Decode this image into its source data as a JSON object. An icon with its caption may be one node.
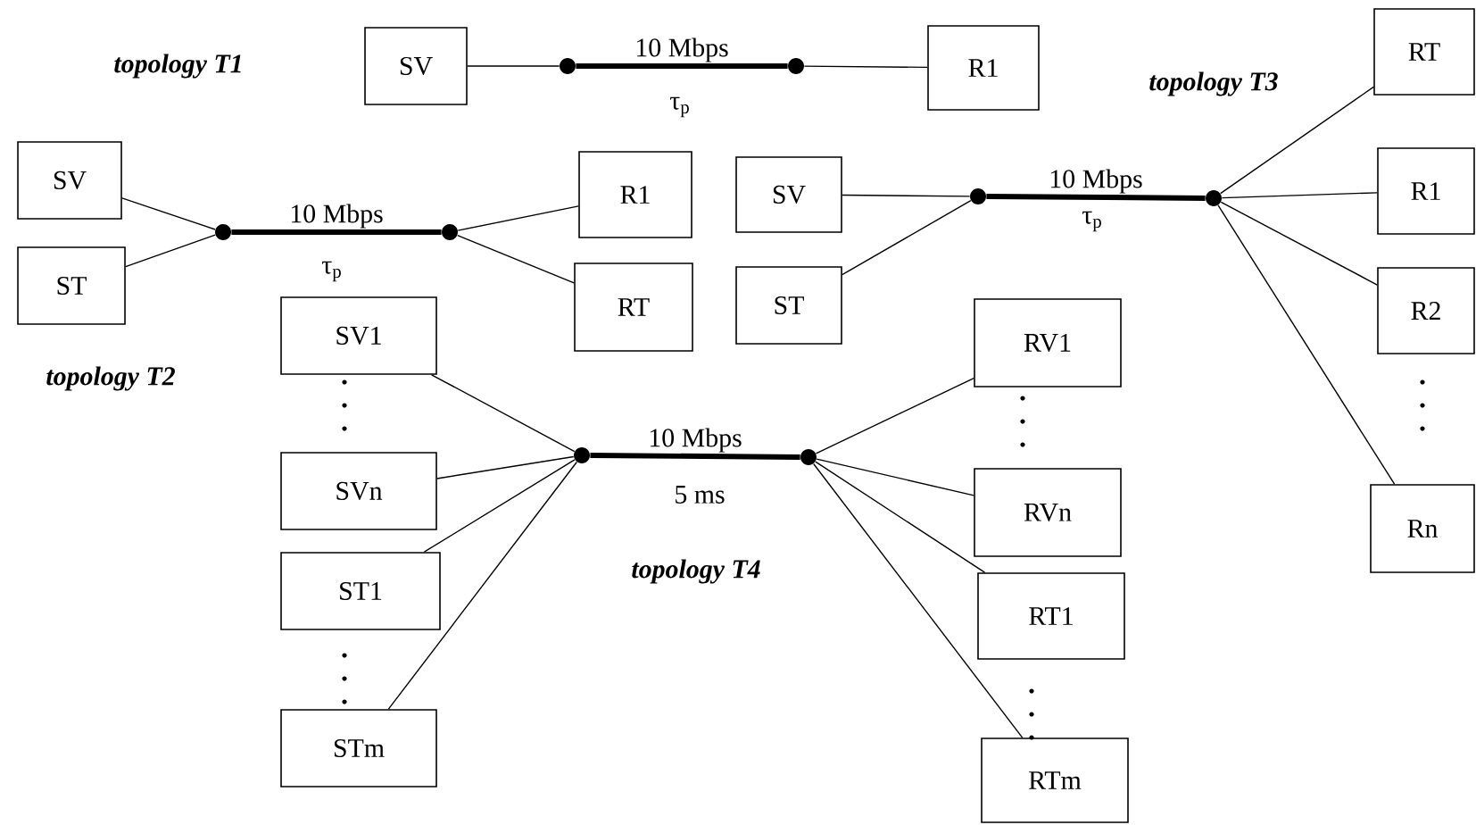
{
  "diagram": {
    "nodes": [
      {
        "text": [
          "SV"
        ]
      },
      {
        "text": [],
        "shape": "circle"
      },
      {
        "text": [],
        "shape": "circle"
      },
      {
        "text": [
          "R1"
        ]
      },
      {
        "text": [
          "SV"
        ]
      },
      {
        "text": [
          "ST"
        ]
      },
      {
        "text": [],
        "shape": "circle"
      },
      {
        "text": [],
        "shape": "circle"
      },
      {
        "text": [
          "R1"
        ]
      },
      {
        "text": [
          "RT"
        ]
      },
      {
        "text": [
          "SV"
        ]
      },
      {
        "text": [
          "ST"
        ]
      },
      {
        "text": [],
        "shape": "circle"
      },
      {
        "text": [],
        "shape": "circle"
      },
      {
        "text": [
          "RT"
        ]
      },
      {
        "text": [
          "R1"
        ]
      },
      {
        "text": [
          "R2"
        ]
      },
      {
        "text": [
          "Rn"
        ]
      },
      {
        "text": [
          "SV1"
        ]
      },
      {
        "text": [
          "SVn"
        ]
      },
      {
        "text": [
          "ST1"
        ]
      },
      {
        "text": [
          "STm"
        ]
      },
      {
        "text": [],
        "shape": "circle"
      },
      {
        "text": [],
        "shape": "circle"
      },
      {
        "text": [
          "RV1"
        ]
      },
      {
        "text": [
          "RVn"
        ]
      },
      {
        "text": [
          "RT1"
        ]
      },
      {
        "text": [
          "RTm"
        ]
      }
    ],
    "edges": [
      {
        "from": 0,
        "to": 1,
        "arrow": "none"
      },
      {
        "from": 1,
        "to": 2,
        "arrow": "none",
        "label": "10 Mbps",
        "style": "thick"
      },
      {
        "from": 2,
        "to": 3,
        "arrow": "none"
      },
      {
        "from": 4,
        "to": 6,
        "arrow": "none"
      },
      {
        "from": 5,
        "to": 6,
        "arrow": "none"
      },
      {
        "from": 6,
        "to": 7,
        "arrow": "none",
        "label": "10 Mbps",
        "style": "thick"
      },
      {
        "from": 7,
        "to": 8,
        "arrow": "none"
      },
      {
        "from": 7,
        "to": 9,
        "arrow": "none"
      },
      {
        "from": 10,
        "to": 12,
        "arrow": "none"
      },
      {
        "from": 11,
        "to": 12,
        "arrow": "none"
      },
      {
        "from": 12,
        "to": 13,
        "arrow": "none",
        "label": "10 Mbps",
        "style": "thick"
      },
      {
        "from": 13,
        "to": 14,
        "arrow": "none"
      },
      {
        "from": 13,
        "to": 15,
        "arrow": "none"
      },
      {
        "from": 13,
        "to": 16,
        "arrow": "none"
      },
      {
        "from": 13,
        "to": 17,
        "arrow": "none"
      },
      {
        "from": 18,
        "to": 22,
        "arrow": "none"
      },
      {
        "from": 19,
        "to": 22,
        "arrow": "none"
      },
      {
        "from": 20,
        "to": 22,
        "arrow": "none"
      },
      {
        "from": 21,
        "to": 22,
        "arrow": "none"
      },
      {
        "from": 22,
        "to": 23,
        "arrow": "none",
        "label": "10 Mbps",
        "style": "thick"
      },
      {
        "from": 23,
        "to": 24,
        "arrow": "none"
      },
      {
        "from": 23,
        "to": 25,
        "arrow": "none"
      },
      {
        "from": 23,
        "to": 26,
        "arrow": "none"
      },
      {
        "from": 23,
        "to": 27,
        "arrow": "none"
      }
    ],
    "labels": [
      "topology T1",
      "τ$_{p}$",
      "topology T2",
      "τ$_{p}$",
      "topology T3",
      "τ$_{p}$",
      "5 ms",
      "topology T4"
    ]
  }
}
